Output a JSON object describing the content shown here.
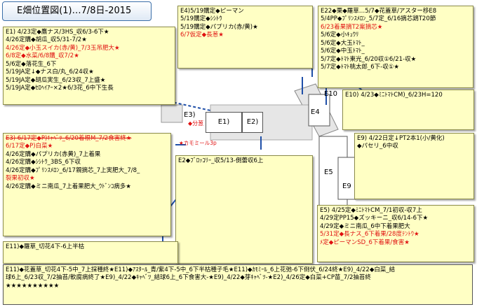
{
  "title": "E畑位置図(1)…7/8日-2015",
  "beds": {
    "E1": "E1)",
    "E2": "E2)",
    "E3": "E3)",
    "E4": "E4",
    "E5": "E5",
    "E9": "E9",
    "E10": "E10"
  },
  "map_labels": {
    "bunshu": "◆分葱",
    "kamomile": "★カモミール3p"
  },
  "notes": {
    "e1": [
      "E1) 4/23定◆鷹ナス/3HS_収6/3-6下★",
      "4/26定購◆胡瓜_収5/31-7/2★",
      "4/26定◆小玉スイカ(赤/黄)_7/3玉吊肥大★",
      "6/8定◆水菜/6/8購_収7/2★",
      "5/6定◆落花生_6下",
      "5/19JA定↓◆ナス白/丸_6/24収★",
      "5/19JA定◆胡瓜実生_6/23収_7上盛★",
      "5/19JA定◆ｾﾛﾍｲｱｰ×2★6/3花_6中下生長"
    ],
    "e4": [
      "E4)5/19購定◆ピーマン",
      "5/19購定◆ｼｼﾄｳ",
      "5/19購定◆パプリカ(赤/黄)★",
      "6/7仮定◆長葱★"
    ],
    "e22": [
      "E22◆栗◆羅草…5/7◆花蓋草/アスター移E8",
      "5/4PP◆ﾌﾟﾘﾝｽﾒﾛﾝ_5/7定_6/16摘芯鶏T20節",
      "6/23着果摘T2案摘芯★",
      "5/6定◆小ｷｭｳﾘ",
      "5/6定◆大玉ﾄﾏﾄ_",
      "5/6定◆中玉ﾄﾏﾄ_",
      "5/7定◆ﾄﾏﾄ東光_6/20収①6/21-収★",
      "5/7定◆ﾄﾏﾄ桃太郎_6下-収①★"
    ],
    "e10": [
      "E10) 4/23◆ﾐﾆﾄﾏﾄCM)_6/23H=120"
    ],
    "e3": [
      "E3) 6/17定◆P)ｷｬﾍﾞﾂ_6/20着根M_7/2食害終★",
      "6/17定◆P)白菜★",
      "4/26定購◆パプリカ(赤黄)_7上着果",
      "4/26定購◆ｼｼﾄｳ_3BS_6下収",
      "4/26定購◆ﾌﾟﾘﾝｽﾒﾛﾝ_6/17親摘芯_7上実肥大_7/8_",
      "裂果初収★",
      "4/26定購◆ミニ南瓜_7上着果肥大_ｳﾄﾞﾝｺ病多★"
    ],
    "e2": [
      "E2◆ﾌﾞﾛｯｺﾘｰ_収5/13-側蕾収6上"
    ],
    "e9": [
      "E9) 4/22日定↓PT2本1(小/黄化)",
      "◆パセリ_6中収"
    ],
    "e5": [
      "E5) 4/25定◆ﾐﾆﾄﾏﾄCM_7/1初収-収7上",
      "4/29定PP15◆ズッキーニ_収6/14-6下★",
      "4/29定◆ミニ南瓜_6中下着果肥大",
      "5/31定◆長ナス_6下着果/28度ﾃﾝﾄｳ★",
      "ﾒ定◆ピーマンSD_6下着果/食害★"
    ],
    "e11": [
      "E11)◆羅草_切花4下-6上半枯"
    ],
    "bottom": [
      "E11)◆花蓋草_切花4下-5中_7上採種終★E11)◆ｱｽﾀｰﾙ_青/紫4下-5中_6下半枯種子毛★E11)◆ｶﾓﾐｰﾙ_6上花弛-6下倒伏_6/24終★E9)_4/22◆白菜_結",
      "球6上_6/23収_7/2抽苔/軟腐病終了★E9)_4/22◆ｷｬﾍﾞﾂ_結球6上_6下食害大-★E9)_4/22◆芽ｷｬﾍﾞﾂ-★E2)_4/26定◆白菜+CP苗_7/2抽苔終",
      "★★★★★★★★★★"
    ]
  },
  "colors": {
    "note_bg": "#ffffc4",
    "red": "#e01010",
    "arrow": "#1f4fa8",
    "map_bg": "#e6e6e6"
  }
}
